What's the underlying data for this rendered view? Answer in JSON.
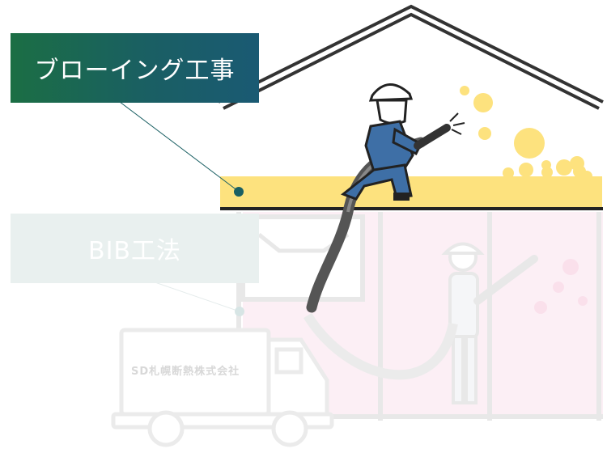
{
  "tabs": [
    {
      "label": "ブローイング工事",
      "active": true
    },
    {
      "label": "BIB工法",
      "active": false
    }
  ],
  "truck": {
    "company": "SD札幌断熱株式会社"
  },
  "colors": {
    "active_tab_start": "#1b6e44",
    "active_tab_end": "#1a5a73",
    "inactive_tab": "#e9f0ef",
    "insulation_yellow": "#fde27e",
    "worker_blue": "#3e6fa6",
    "bib_pink": "#fbe3ee",
    "faded_gray": "#dcdcdc"
  }
}
